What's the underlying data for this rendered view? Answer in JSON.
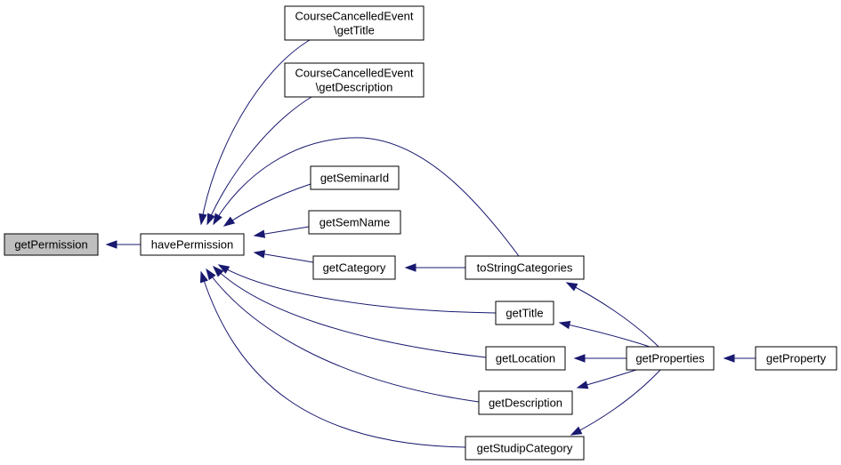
{
  "diagram": {
    "nodes": [
      {
        "id": "getPermission",
        "lines": [
          "getPermission"
        ],
        "highlight": true
      },
      {
        "id": "havePermission",
        "lines": [
          "havePermission"
        ]
      },
      {
        "id": "cceGetTitle",
        "lines": [
          "CourseCancelledEvent",
          "\\getTitle"
        ]
      },
      {
        "id": "cceGetDescription",
        "lines": [
          "CourseCancelledEvent",
          "\\getDescription"
        ]
      },
      {
        "id": "getSeminarId",
        "lines": [
          "getSeminarId"
        ]
      },
      {
        "id": "getSemName",
        "lines": [
          "getSemName"
        ]
      },
      {
        "id": "getCategory",
        "lines": [
          "getCategory"
        ]
      },
      {
        "id": "toStringCategories",
        "lines": [
          "toStringCategories"
        ]
      },
      {
        "id": "getTitle",
        "lines": [
          "getTitle"
        ]
      },
      {
        "id": "getLocation",
        "lines": [
          "getLocation"
        ]
      },
      {
        "id": "getDescription",
        "lines": [
          "getDescription"
        ]
      },
      {
        "id": "getStudipCategory",
        "lines": [
          "getStudipCategory"
        ]
      },
      {
        "id": "getProperties",
        "lines": [
          "getProperties"
        ]
      },
      {
        "id": "getProperty",
        "lines": [
          "getProperty"
        ]
      }
    ],
    "edges": [
      {
        "from": "havePermission",
        "to": "getPermission"
      },
      {
        "from": "cceGetTitle",
        "to": "havePermission"
      },
      {
        "from": "cceGetDescription",
        "to": "havePermission"
      },
      {
        "from": "toStringCategories",
        "to": "havePermission"
      },
      {
        "from": "getSeminarId",
        "to": "havePermission"
      },
      {
        "from": "getSemName",
        "to": "havePermission"
      },
      {
        "from": "getCategory",
        "to": "havePermission"
      },
      {
        "from": "getTitle",
        "to": "havePermission"
      },
      {
        "from": "getLocation",
        "to": "havePermission"
      },
      {
        "from": "getDescription",
        "to": "havePermission"
      },
      {
        "from": "getStudipCategory",
        "to": "havePermission"
      },
      {
        "from": "toStringCategories",
        "to": "getCategory"
      },
      {
        "from": "getProperties",
        "to": "toStringCategories"
      },
      {
        "from": "getProperties",
        "to": "getTitle"
      },
      {
        "from": "getProperties",
        "to": "getLocation"
      },
      {
        "from": "getProperties",
        "to": "getDescription"
      },
      {
        "from": "getProperties",
        "to": "getStudipCategory"
      },
      {
        "from": "getProperty",
        "to": "getProperties"
      }
    ],
    "colors": {
      "edge": "#191970",
      "highlight_fill": "#bfbfbf",
      "node_border": "#000000",
      "background": "#ffffff"
    }
  }
}
